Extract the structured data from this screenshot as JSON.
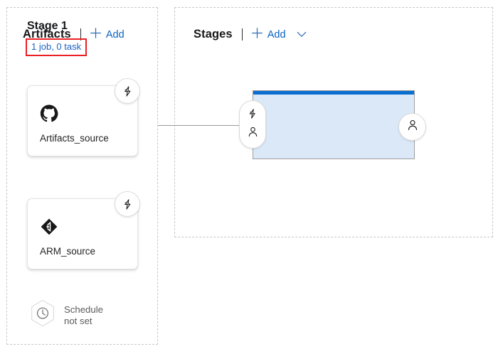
{
  "artifacts": {
    "title": "Artifacts",
    "add_label": "Add",
    "add_icon": "plus-icon",
    "cards": [
      {
        "label": "Artifacts_source",
        "icon": "github-icon",
        "badge_icon": "lightning-bolt-icon"
      },
      {
        "label": "ARM_source",
        "icon": "azure-repos-icon",
        "badge_icon": "lightning-bolt-icon"
      }
    ],
    "schedule": {
      "text": "Schedule\nnot set",
      "icon": "clock-hexagon-icon"
    }
  },
  "stages": {
    "title": "Stages",
    "add_label": "Add",
    "add_icon": "plus-icon",
    "chevron_icon": "chevron-down-icon",
    "cards": [
      {
        "title": "Stage 1",
        "jobs_label": "1 job, 0 task",
        "pre_deploy_icons": [
          "lightning-bolt-icon",
          "person-icon"
        ],
        "post_deploy_icon": "person-icon",
        "highlighted": true
      }
    ]
  },
  "colors": {
    "accent_blue": "#0a6ed1",
    "link_blue": "#0a62c4",
    "stage_fill": "#dbe8f7",
    "highlight_red": "#ec2024",
    "panel_border": "#c8c8c8",
    "connector": "#9a9a9a"
  }
}
